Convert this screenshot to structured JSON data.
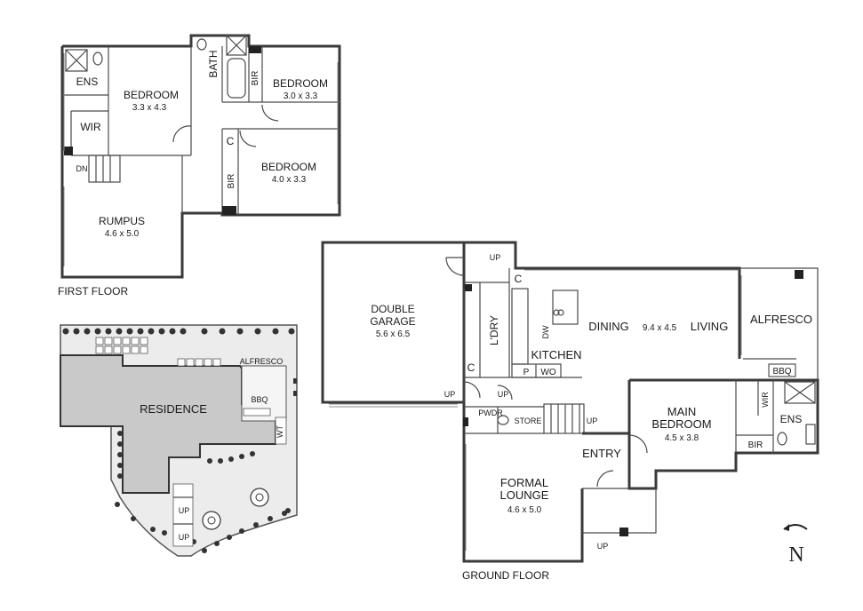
{
  "first_floor": {
    "title": "FIRST FLOOR",
    "rooms": {
      "ens": "ENS",
      "wir": "WIR",
      "bedroom1": {
        "name": "BEDROOM",
        "size": "3.3 x 4.3"
      },
      "bath": "BATH",
      "bir1": "BIR",
      "bedroom2": {
        "name": "BEDROOM",
        "size": "3.0 x 3.3"
      },
      "c": "C",
      "bir2": "BIR",
      "bedroom3": {
        "name": "BEDROOM",
        "size": "4.0 x 3.3"
      },
      "dn": "DN",
      "rumpus": {
        "name": "RUMPUS",
        "size": "4.6 x 5.0"
      }
    }
  },
  "site_plan": {
    "residence": "RESIDENCE",
    "alfresco": "ALFRESCO",
    "bbq": "BBQ",
    "wt": "WT",
    "up1": "UP",
    "up2": "UP"
  },
  "ground_floor": {
    "title": "GROUND FLOOR",
    "rooms": {
      "garage": {
        "name1": "DOUBLE",
        "name2": "GARAGE",
        "size": "5.6 x 6.5"
      },
      "up_top": "UP",
      "ldry": "L'DRY",
      "c1": "C",
      "c2": "C",
      "dw": "DW",
      "kitchen": "KITCHEN",
      "p": "P",
      "wo": "WO",
      "dining": "DINING",
      "dining_size": "9.4 x 4.5",
      "living": "LIVING",
      "alfresco": "ALFRESCO",
      "bbq": "BBQ",
      "up_garage": "UP",
      "up_hall": "UP",
      "pwdr": "PWDR",
      "store": "STORE",
      "up_stair": "UP",
      "wir": "WIR",
      "ens": "ENS",
      "bir": "BIR",
      "main_bedroom": {
        "name1": "MAIN",
        "name2": "BEDROOM",
        "size": "4.5 x 3.8"
      },
      "entry": "ENTRY",
      "formal_lounge": {
        "name1": "FORMAL",
        "name2": "LOUNGE",
        "size": "4.6 x 5.0"
      },
      "up_entry": "UP"
    }
  },
  "north": "N"
}
